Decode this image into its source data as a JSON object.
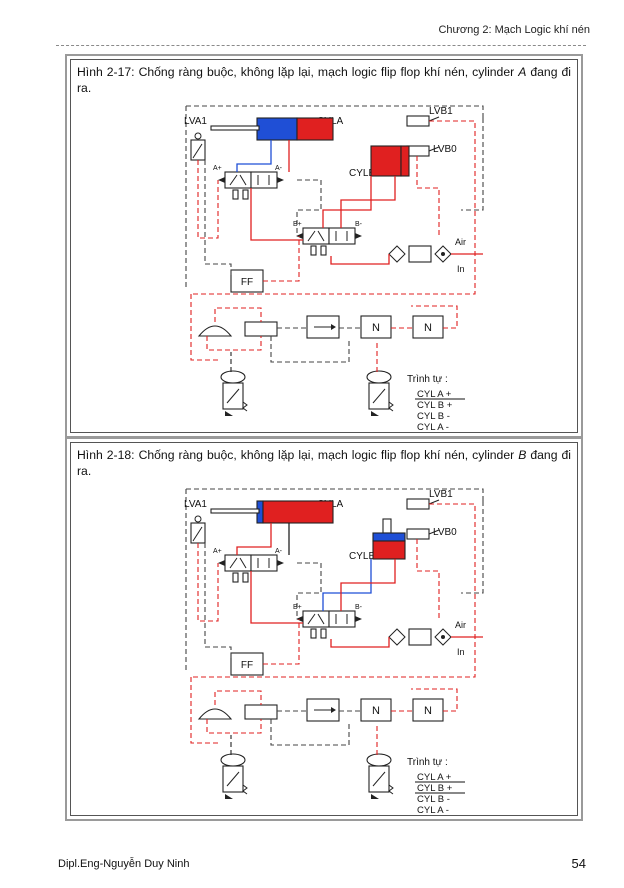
{
  "header": {
    "chapter": "Chương 2: Mạch Logic khí nén"
  },
  "figures": [
    {
      "caption_pre": "Hình 2-17: Chống ràng buộc, không lặp lại, mạch logic flip flop khí nén, cylinder ",
      "caption_cyl": "A",
      "caption_post": " đang đi ra.",
      "labels": {
        "lva1": "LVA1",
        "cyla": "CYLA",
        "lvb1": "LVB1",
        "lvb0": "LVB0",
        "cylb": "CYLB",
        "a_plus": "A+",
        "a_minus": "A-",
        "b_plus": "B+",
        "b_minus": "B-",
        "air": "Air",
        "in": "In",
        "ff": "FF",
        "n1": "N",
        "n2": "N"
      },
      "sequence_title": "Trình tự :",
      "sequence": [
        "CYL A +",
        "CYL B +",
        "CYL B -",
        "CYL A -"
      ]
    },
    {
      "caption_pre": "Hình 2-18: Chống ràng buộc, không lặp lại, mạch logic flip flop khí nén, cylinder ",
      "caption_cyl": "B",
      "caption_post": " đang đi ra.",
      "labels": {
        "lva1": "LVA1",
        "cyla": "CYLA",
        "lvb1": "LVB1",
        "lvb0": "LVB0",
        "cylb": "CYLB",
        "a_plus": "A+",
        "a_minus": "A-",
        "b_plus": "B+",
        "b_minus": "B-",
        "air": "Air",
        "in": "In",
        "ff": "FF",
        "n1": "N",
        "n2": "N"
      },
      "sequence_title": "Trình tự :",
      "sequence": [
        "CYL A +",
        "CYL B +",
        "CYL B -",
        "CYL A -"
      ]
    }
  ],
  "colors": {
    "red": "#e02020",
    "blue": "#1f4fd6",
    "line": "#222222",
    "dash": "#444444"
  },
  "footer": {
    "author": "Dipl.Eng-Nguyễn Duy Ninh",
    "page": "54"
  }
}
